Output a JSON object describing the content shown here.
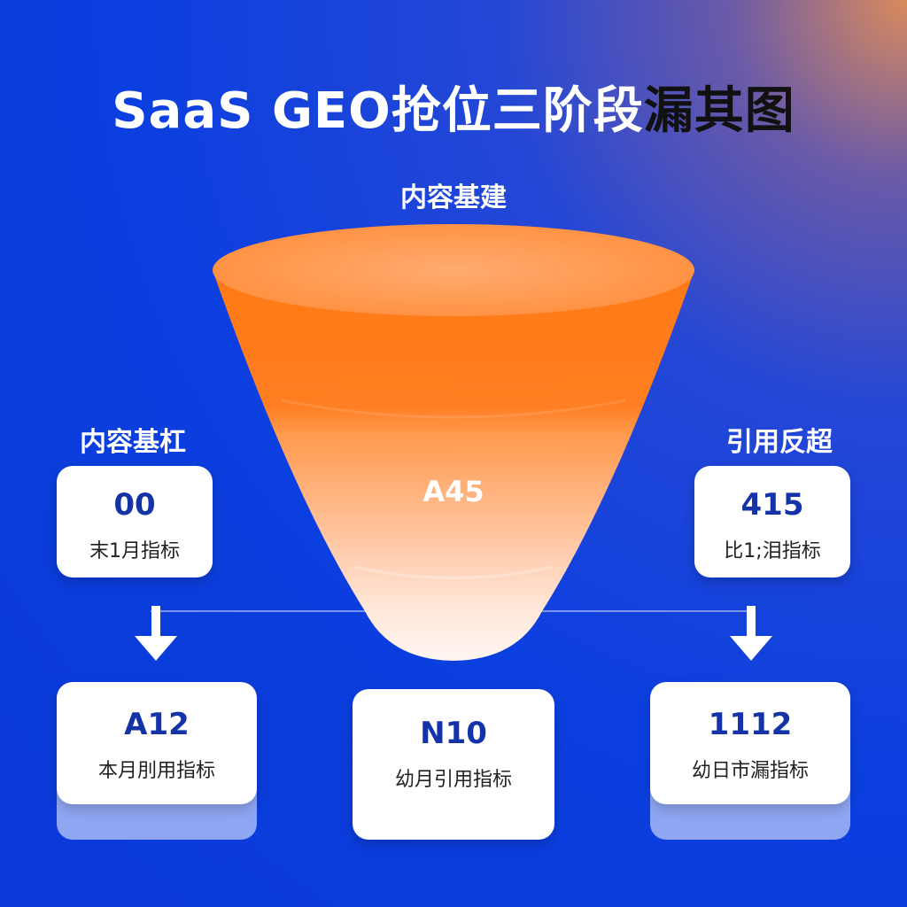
{
  "title_main": "SaaS GEO抢位三阶段",
  "title_dark": "漏其图",
  "funnel": {
    "top_label": "内容基建",
    "center_value": "A45"
  },
  "left": {
    "label": "内容基杠",
    "top_card": {
      "value": "00",
      "caption": "末1月指标"
    },
    "bottom_card": {
      "value": "A12",
      "caption": "本月刖用指标"
    }
  },
  "center": {
    "bottom_card": {
      "value": "N10",
      "caption": "幼月引用指标"
    }
  },
  "right": {
    "label": "引用反超",
    "top_card": {
      "value": "415",
      "caption": "比1;泪指标"
    },
    "bottom_card": {
      "value": "1112",
      "caption": "幼日市漏指标"
    }
  },
  "colors": {
    "background": "#0c3fe0",
    "funnel_top": "#ff7a1a",
    "funnel_bottom": "#fff4ee",
    "card_value": "#1533a8"
  }
}
